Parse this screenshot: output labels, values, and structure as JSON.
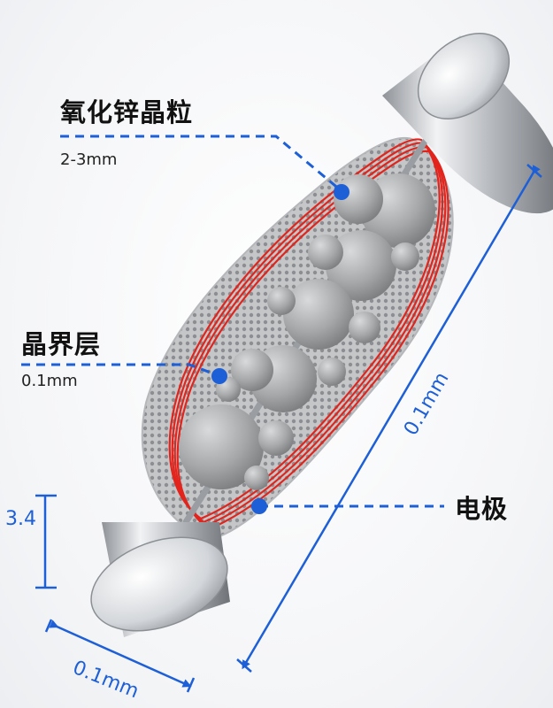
{
  "labels": {
    "zinc_oxide": {
      "title": "氧化锌晶粒",
      "size": "2-3mm"
    },
    "grain_boundary": {
      "title": "晶界层",
      "size": "0.1mm"
    },
    "electrode": {
      "title": "电极"
    }
  },
  "dimensions": {
    "height_left": "3.4",
    "bottom_width": "0.1mm",
    "diagonal_length": "0.1mm"
  },
  "colors": {
    "accent_blue": "#1d5fd6",
    "boundary_red": "#e3241c",
    "grain_gray": "#a9aaab",
    "electrode_silver": "#c9ccd0"
  }
}
